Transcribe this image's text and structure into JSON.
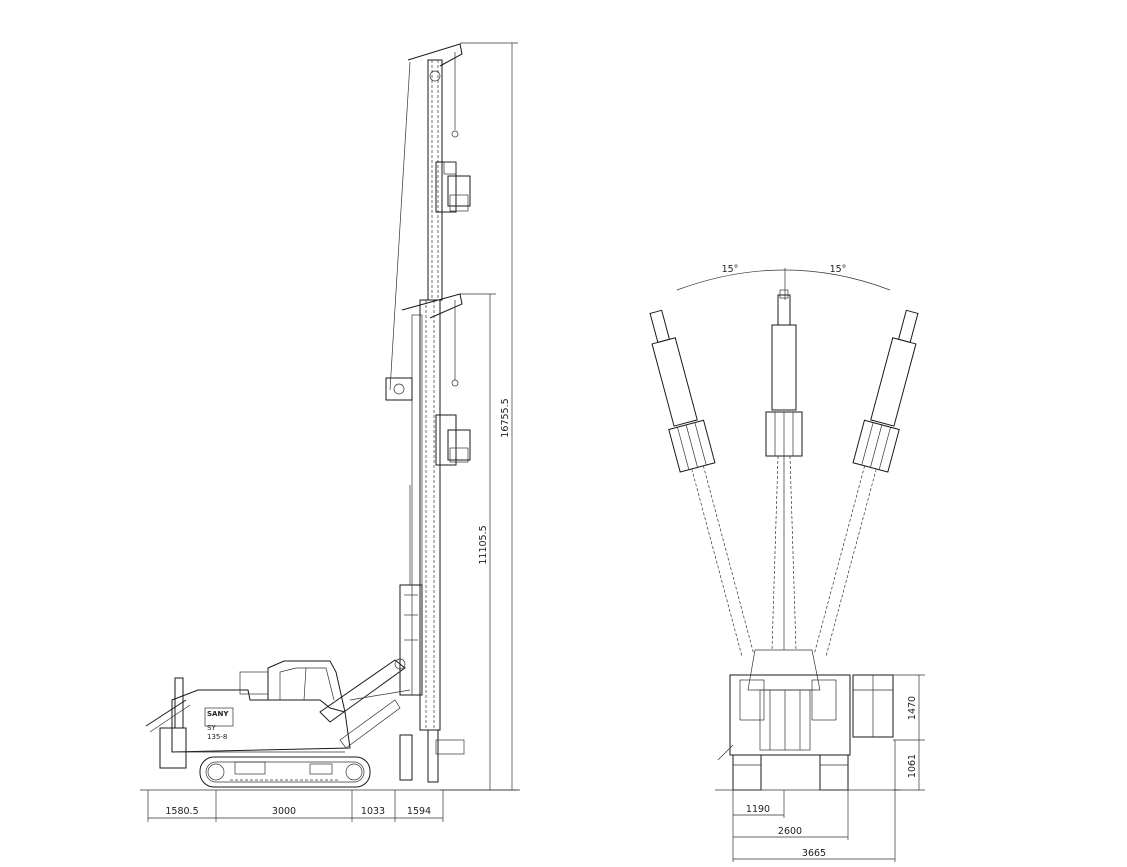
{
  "side_view": {
    "dimensions": {
      "total_height": "16755.5",
      "mast_height": "11105.5",
      "rear_overhang": "1580.5",
      "track_length": "3000",
      "front_offset": "1033",
      "working_radius": "1594"
    },
    "machine_label": {
      "brand": "SANY",
      "model_line1": "SY",
      "model_line2": "135-8"
    }
  },
  "front_view": {
    "dimensions": {
      "tilt_left": "15°",
      "tilt_right": "15°",
      "cab_height": "1470",
      "track_height": "1061",
      "half_width": "1190",
      "track_gauge": "2600",
      "overall_width": "3665"
    }
  },
  "colors": {
    "line": "#1a1a1a",
    "background": "#ffffff"
  }
}
